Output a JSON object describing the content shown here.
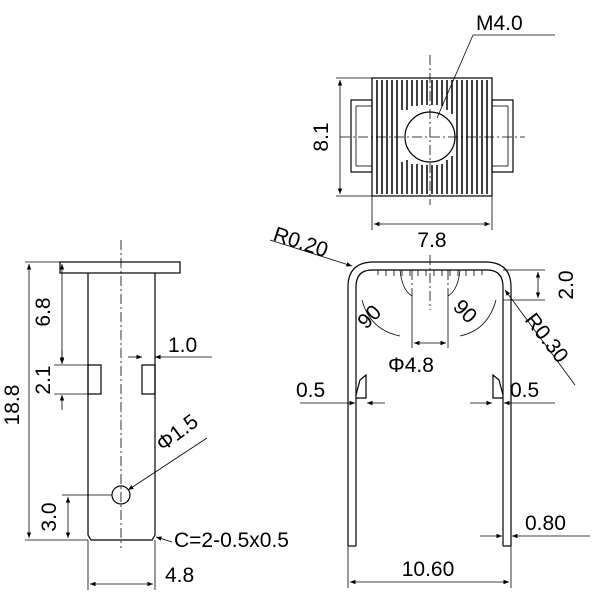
{
  "top_view": {
    "thread_label": "M4.0",
    "height_label": "8.1",
    "width_label": "7.8"
  },
  "left_view": {
    "total_height_label": "18.8",
    "upper_label": "6.8",
    "slot_height_label": "2.1",
    "slot_width_label": "1.0",
    "hole_label": "Φ1.5",
    "bottom_label": "3.0",
    "chamfer_label": "C=2-0.5x0.5",
    "width_label": "4.8"
  },
  "front_view": {
    "radius_left_label": "R0.20",
    "radius_right_label": "R0.30",
    "top_height_label": "2.0",
    "angle_left_label": "90",
    "angle_right_label": "90",
    "hole_label": "Φ4.8",
    "barb_left_label": "0.5",
    "barb_right_label": "0.5",
    "thickness_label": "0.80",
    "span_label": "10.60"
  }
}
